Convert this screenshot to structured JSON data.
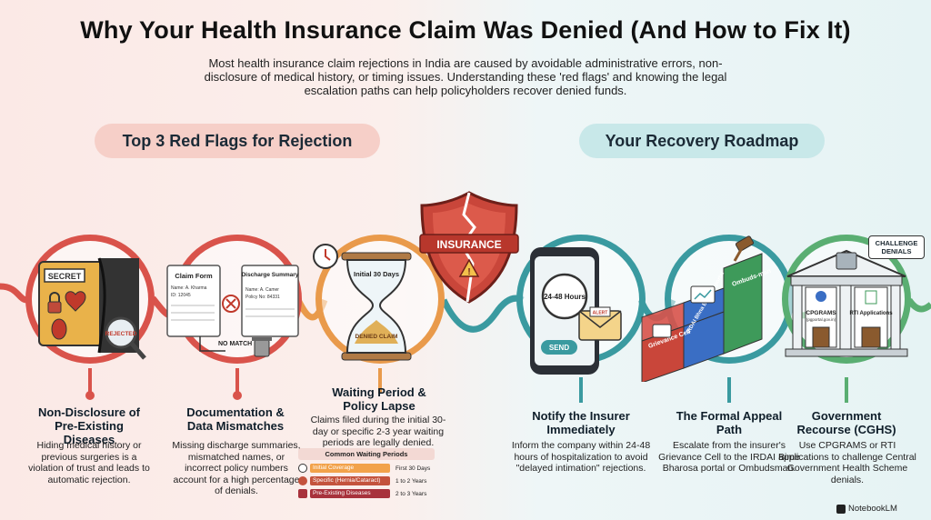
{
  "header": {
    "title": "Why Your Health Insurance Claim Was Denied (And How to Fix It)",
    "subtitle": "Most health insurance claim rejections in India are caused by avoidable administrative errors, non-disclosure of medical history, or timing issues. Understanding these 'red flags' and knowing the legal escalation paths can help policyholders recover denied funds."
  },
  "sections": {
    "left_title": "Top 3 Red Flags for Rejection",
    "right_title": "Your Recovery Roadmap"
  },
  "center_shield": {
    "label": "INSURANCE"
  },
  "red_flags": [
    {
      "title": "Non-Disclosure of Pre-Existing Diseases",
      "text": "Hiding medical history or previous surgeries is a violation of trust and leads to automatic rejection.",
      "illustration": {
        "folder_label": "SECRET",
        "stamp": "REJECTED"
      }
    },
    {
      "title": "Documentation & Data Mismatches",
      "text": "Missing discharge summaries, mismatched names, or incorrect policy numbers account for a high percentage of denials.",
      "illustration": {
        "doc1_title": "Claim Form",
        "doc1_lines": [
          "Name: A. Kharma",
          "ID: 12045"
        ],
        "doc2_title": "Discharge Summary",
        "doc2_lines": [
          "Name: A. Camer",
          "Policy No: 84331"
        ],
        "mismatch": "NO MATCH"
      }
    },
    {
      "title": "Waiting Period & Policy Lapse",
      "text": "Claims filed during the initial 30-day or specific 2-3 year waiting periods are legally denied.",
      "illustration": {
        "top_label": "Initial 30 Days",
        "bottom_label": "DENIED CLAIM"
      },
      "waiting_table": {
        "heading": "Common Waiting Periods",
        "rows": [
          {
            "label": "Initial Coverage",
            "value": "First 30 Days",
            "color": "#f2a24a"
          },
          {
            "label": "Specific (Hernia/Cataract)",
            "value": "1 to 2 Years",
            "color": "#c4533d"
          },
          {
            "label": "Pre-Existing Diseases",
            "value": "2 to 3 Years",
            "color": "#a8323c"
          }
        ]
      }
    }
  ],
  "roadmap": [
    {
      "title": "Notify the Insurer Immediately",
      "text": "Inform the company within 24-48 hours of hospitalization to avoid \"delayed intimation\" rejections.",
      "illustration": {
        "timer": "24-48 Hours",
        "button": "SEND",
        "envelope": "ALERT"
      }
    },
    {
      "title": "The Formal Appeal Path",
      "text": "Escalate from the insurer's Grievance Cell to the IRDAI Bime Bharosa portal or Ombudsman.",
      "illustration": {
        "step1": "Grievance Cell",
        "step2": "IRDAI Bhna Bharosa portal",
        "step3": "Ombuds-man"
      }
    },
    {
      "title": "Government Recourse (CGHS)",
      "text": "Use CPGRAMS or RTI applications to challenge Central Government Health Scheme denials.",
      "illustration": {
        "door1": "CPGRAMS",
        "door1_sub": "(pgportal.gov.in)",
        "door2": "RTI Applications",
        "badge": "CHALLENGE DENIALS"
      }
    }
  ],
  "brand": "NotebookLM",
  "colors": {
    "red": "#d9534b",
    "orange": "#e99a4b",
    "teal": "#3a9aa0",
    "green": "#5aae72"
  }
}
